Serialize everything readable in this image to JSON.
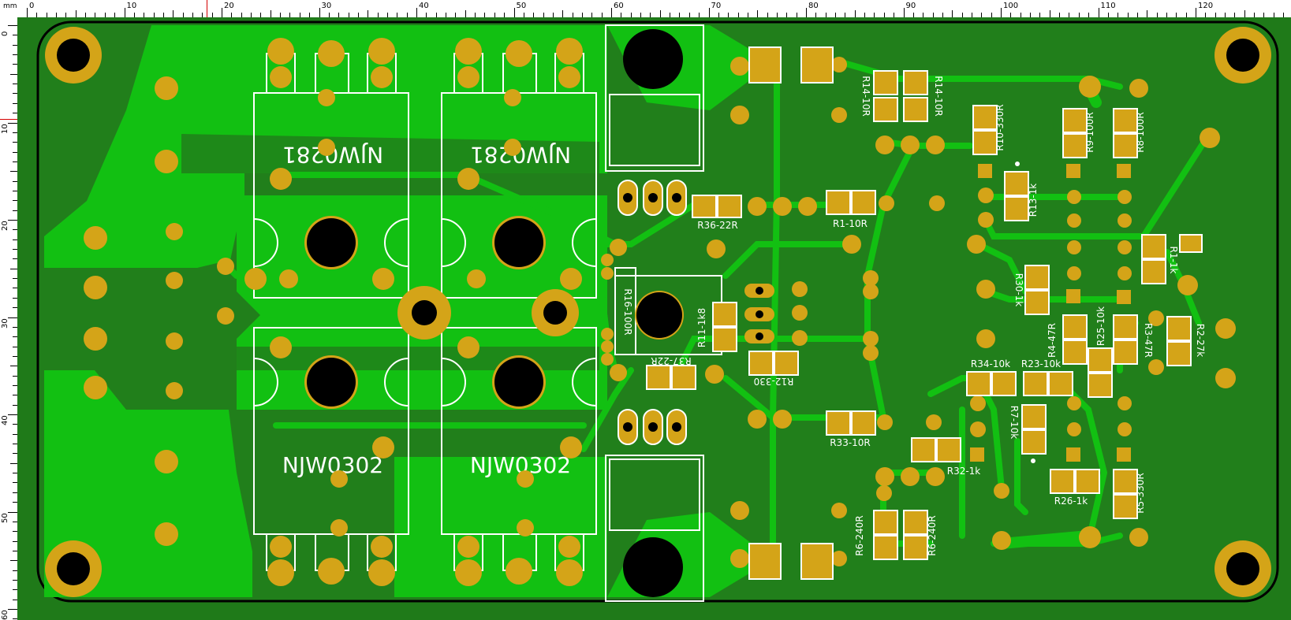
{
  "ruler": {
    "unit": "mm",
    "top_labels": [
      "0",
      "10",
      "20",
      "30",
      "40",
      "50",
      "60",
      "70",
      "80",
      "90",
      "100",
      "110",
      "120"
    ],
    "left_labels": [
      "0",
      "10",
      "20",
      "30",
      "40",
      "50",
      "60"
    ]
  },
  "board": {
    "colors": {
      "background": "#1f7a19",
      "copper_fill": "#0fbf0f",
      "board_fill": "#217f1b",
      "pad": "#d4a418",
      "silkscreen": "#ffffff",
      "hole": "#000000"
    },
    "transistors": {
      "top_left_label": "NJW0281",
      "top_right_label": "NJW0281",
      "bottom_left_label": "NJW0302",
      "bottom_right_label": "NJW0302"
    },
    "labels": {
      "R14a": "R14-10R",
      "R14b": "R14-10R",
      "R10": "R10-330R",
      "R9": "R9-100R",
      "R8": "R8-100R",
      "R13": "R13-1k",
      "R36": "R36-22R",
      "R1a": "R1-10R",
      "R1b": "R1-1k",
      "R30": "R30-1k",
      "R16": "R16-100R",
      "R11": "R11-1k8",
      "R37": "R37-22R",
      "R12": "R12-330",
      "R4": "R4-47R",
      "R25": "R25-10k",
      "R3": "R3-47R",
      "R2": "R2-27k",
      "R34": "R34-10k",
      "R23": "R23-10k",
      "R7": "R7-10k",
      "R33": "R33-10R",
      "R32": "R32-1k",
      "R26": "R26-1k",
      "R5": "R5-330R",
      "R6a": "R6-240R",
      "R6b": "R6-240R"
    }
  }
}
